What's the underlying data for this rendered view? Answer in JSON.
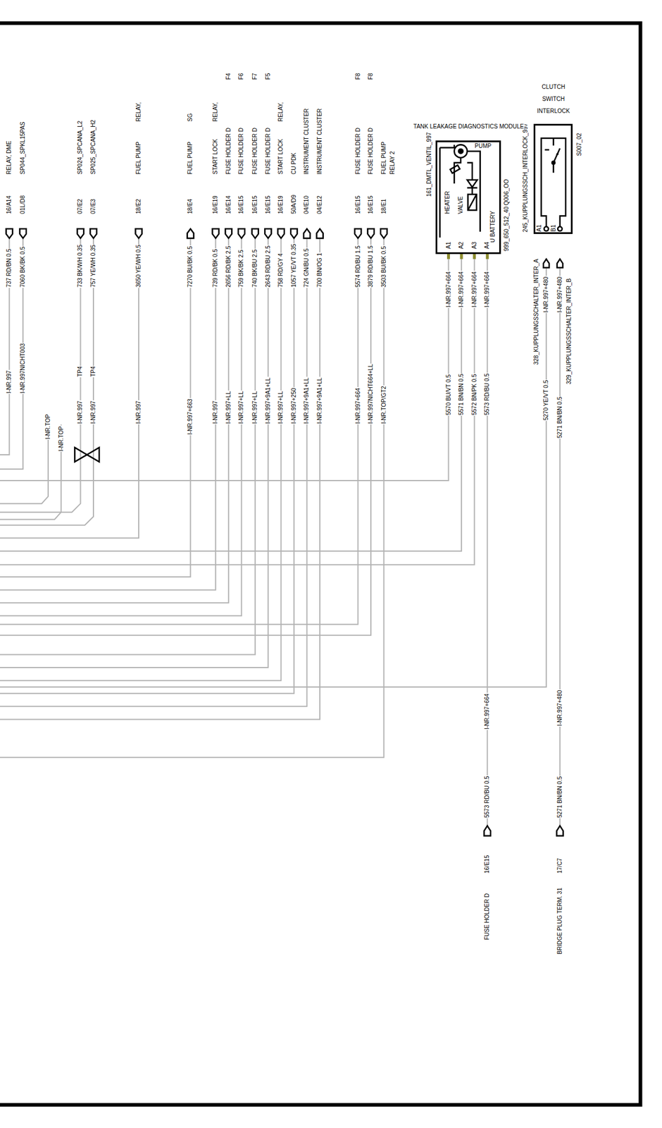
{
  "diagram": {
    "nodes": [
      {
        "text": [
          "TANK LEAKAGE DIAGNOSTICS MODULE",
          "PUMP",
          "HEATER",
          "VALVE",
          "U BATTERY",
          "A1",
          "A2",
          "A3",
          "A4"
        ]
      },
      {
        "text": [
          "CLUTCH SWITCH INTERLOCK",
          "A1",
          "B1"
        ]
      }
    ],
    "labels": [
      "RELAY, DME",
      "16/A14",
      "737 RD/BN 0.5",
      "I-NR.997",
      "SP044_SPKL15PAS",
      "01L/D8",
      "7060 BK/BK 0.5",
      "I-NR.997NICHT003",
      "I-NR.TOP",
      "I-NR.TOP",
      "SP024_SPCANA_L2",
      "07/E2",
      "733 BK/WH 0.35",
      "TP4",
      "I-NR.997",
      "SP025_SPCANA_H2",
      "07/E3",
      "757 YE/WH 0.35",
      "TP4",
      "I-NR.997",
      "RELAY,",
      "FUEL PUMP",
      "18/E2",
      "3650 YE/WH 0.5",
      "I-NR.997",
      "SG",
      "FUEL PUMP",
      "18/E4",
      "7270 BU/BK 0.5",
      "I-NR.997+663",
      "RELAY,",
      "START LOCK",
      "16/E19",
      "739 RD/BK 0.5",
      "I-NR.997",
      "F4",
      "FUSE HOLDER D",
      "16/E14",
      "2656 RD/BK 2.5",
      "I-NR.997+LL",
      "F6",
      "FUSE HOLDER D",
      "16/E15",
      "759 BK/BK 2.5",
      "I-NR.997+LL",
      "F7",
      "FUSE HOLDER D",
      "16/E15",
      "740 BK/BU 2.5",
      "I-NR.997+LL",
      "F5",
      "FUSE HOLDER D",
      "16/E15",
      "2643 RD/BU 2.5",
      "I-NR.997+9A1+LL",
      "RELAY,",
      "START LOCK",
      "16/E19",
      "758 RD/GY 4",
      "I-NR.997+LL",
      "CU PDK",
      "50A/D9",
      "1057 YE/VT 0.35",
      "I-NR.997+250",
      "INSTRUMENT CLUSTER",
      "04/E10",
      "724 GN/BU 0.5",
      "I-NR.997+9A1+LL",
      "INSTRUMENT CLUSTER",
      "04/E12",
      "700 BN/OG 1",
      "I-NR.997+9A1+LL",
      "F8",
      "FUSE HOLDER D",
      "16/E15",
      "5574 RD/BU 1.5",
      "I-NR.997+664",
      "F8",
      "FUSE HOLDER D",
      "16/E15",
      "3879 RD/BU 1.5",
      "I-NR.997NICHT664+LL",
      "FUEL PUMP RELAY 2",
      "18/E1",
      "3503 BU/BK 0.5",
      "I-NR.TOP/GT2",
      "161_DMTL_VENTIL_997",
      "Q006_OO",
      "999_650_512_40",
      "I-NR.997+664",
      "5570 BU/VT 0.5",
      "I-NR.997+664",
      "5571 BN/BN 0.5",
      "I-NR.997+664",
      "5572 BN/PK 0.5",
      "I-NR.997+664",
      "5573 RD/BU 0.5",
      "I-NR.997+664",
      "5573 RD/BU 0.5",
      "16/E15",
      "FUSE HOLDER D",
      "S007_02",
      "245_KUPPLUNGSSCH_INTERLOCK_997",
      "328_KUPPLUNGSSCHALTER_INTER_A",
      "I-NR.997+480",
      "5270 YE/VT 0.5",
      "329_KUPPLUNGSSCHALTER_INTER_B",
      "I-NR.997+480",
      "5271 BN/BN 0.5",
      "I-NR.997+480",
      "5271 BN/BN 0.5",
      "17/C7",
      "BRIDGE PLUG TERM. 31"
    ]
  }
}
